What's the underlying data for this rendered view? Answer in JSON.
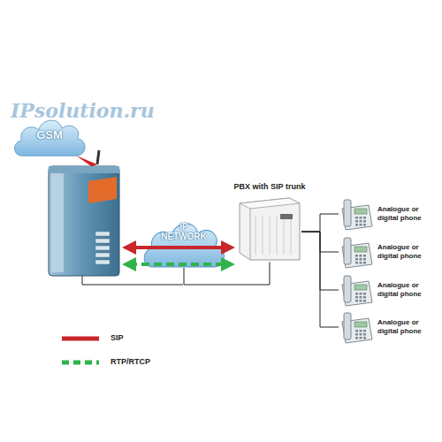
{
  "diagram": {
    "nodes": [
      {
        "text": [
          "GSM"
        ]
      },
      {
        "text": [
          "IP NETWORK"
        ]
      },
      {
        "text": [
          "PBX with SIP trunk"
        ]
      },
      {
        "text": [
          "Analogue or digital phone"
        ]
      },
      {
        "text": [
          "Analogue or digital phone"
        ]
      },
      {
        "text": [
          "Analogue or digital phone"
        ]
      },
      {
        "text": [
          "Analogue or digital phone"
        ]
      }
    ],
    "edges": [
      {
        "from": 1,
        "to": 2,
        "arrow": "none"
      },
      {
        "from": 2,
        "to": 3,
        "arrow": "none"
      },
      {
        "from": 2,
        "to": 4,
        "arrow": "none"
      },
      {
        "from": 2,
        "to": 5,
        "arrow": "none"
      },
      {
        "from": 2,
        "to": 6,
        "arrow": "none"
      }
    ],
    "labels": [
      "IPsolution.ru"
    ],
    "legend": [
      {
        "text": "SIP"
      },
      {
        "text": "RTP/RTCP"
      }
    ]
  }
}
